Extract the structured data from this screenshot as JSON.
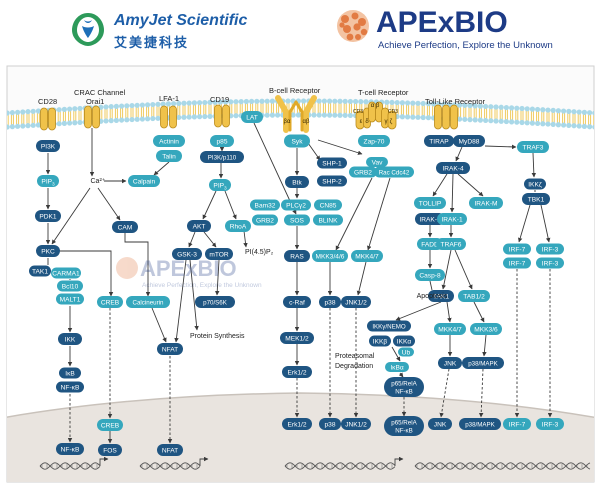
{
  "header": {
    "left_logo": {
      "name": "AmyJet Scientific",
      "subtitle": "艾美捷科技"
    },
    "right_logo": {
      "name": "APExBIO",
      "tagline": "Achieve Perfection, Explore the Unknown"
    }
  },
  "watermark": {
    "name": "APExBIO",
    "tagline": "Achieve Perfection, Explore the Unknown"
  },
  "receptor_labels": {
    "cd28": "CD28",
    "crac": "CRAC Channel",
    "orai1": "Orai1",
    "lfa1": "LFA-1",
    "cd19": "CD19",
    "bcr": "B-cell Receptor",
    "tcr": "T-cell Receptor",
    "tlr": "Toll-Like Receptor"
  },
  "colors": {
    "dark": "#1f5582",
    "teal": "#35a7bd",
    "membrane_head": "#a9d8e8",
    "membrane_tail": "#efca5e",
    "nucleus": "#e9e4df",
    "arrow": "#3a3a3a"
  },
  "nodes": [
    {
      "id": "PI3K",
      "label": "PI3K",
      "style": "dark"
    },
    {
      "id": "PIP3_a",
      "label": "PIP",
      "sub": "3",
      "style": "teal"
    },
    {
      "id": "PDK1",
      "label": "PDK1",
      "style": "dark"
    },
    {
      "id": "PKC",
      "label": "PKC",
      "style": "dark"
    },
    {
      "id": "TAK1_a",
      "label": "TAK1",
      "style": "dark"
    },
    {
      "id": "CARMA1",
      "label": "CARMA1",
      "style": "teal"
    },
    {
      "id": "Bcl10",
      "label": "Bcl10",
      "style": "teal"
    },
    {
      "id": "MALT1",
      "label": "MALT1",
      "style": "teal"
    },
    {
      "id": "IKK",
      "label": "IKK",
      "style": "dark"
    },
    {
      "id": "IkB",
      "label": "IκB",
      "style": "dark"
    },
    {
      "id": "NFkB_a",
      "label": "NF-κB",
      "style": "dark"
    },
    {
      "id": "NFkB_n",
      "label": "NF-κB",
      "style": "dark"
    },
    {
      "id": "Actinin",
      "label": "Actinin",
      "style": "teal"
    },
    {
      "id": "Talin",
      "label": "Talin",
      "style": "teal"
    },
    {
      "id": "Calpain",
      "label": "Calpain",
      "style": "teal"
    },
    {
      "id": "CAM",
      "label": "CAM",
      "style": "dark"
    },
    {
      "id": "CREB_a",
      "label": "CREB",
      "style": "teal"
    },
    {
      "id": "Calcineurin",
      "label": "Calcineurin",
      "style": "teal"
    },
    {
      "id": "CREB_n",
      "label": "CREB",
      "style": "teal"
    },
    {
      "id": "FOS",
      "label": "FOS",
      "style": "dark"
    },
    {
      "id": "p85",
      "label": "p85",
      "style": "teal"
    },
    {
      "id": "PI3Kp110",
      "label": "PI3K/p110",
      "style": "dark"
    },
    {
      "id": "PIP3_b",
      "label": "PIP",
      "sub": "3",
      "style": "teal"
    },
    {
      "id": "AKT",
      "label": "AKT",
      "style": "dark"
    },
    {
      "id": "RhoA",
      "label": "RhoA",
      "style": "teal"
    },
    {
      "id": "GSK3",
      "label": "GSK-3",
      "style": "dark"
    },
    {
      "id": "mTOR",
      "label": "mTOR",
      "style": "dark"
    },
    {
      "id": "p70S6K",
      "label": "p70/S6K",
      "style": "dark"
    },
    {
      "id": "NFAT_a",
      "label": "NFAT",
      "style": "dark"
    },
    {
      "id": "NFAT_n",
      "label": "NFAT",
      "style": "dark"
    },
    {
      "id": "LAT",
      "label": "LAT",
      "style": "teal"
    },
    {
      "id": "Syk",
      "label": "Syk",
      "style": "teal"
    },
    {
      "id": "Btk",
      "label": "Btk",
      "style": "dark"
    },
    {
      "id": "Bam32",
      "label": "Bam32",
      "style": "teal"
    },
    {
      "id": "PLCy2",
      "label": "PLCγ2",
      "style": "teal"
    },
    {
      "id": "CN85",
      "label": "CN85",
      "style": "teal"
    },
    {
      "id": "GRB2_a",
      "label": "GRB2",
      "style": "teal"
    },
    {
      "id": "SOS",
      "label": "SOS",
      "style": "teal"
    },
    {
      "id": "BLINK",
      "label": "BLINK",
      "style": "teal"
    },
    {
      "id": "RAS",
      "label": "RAS",
      "style": "dark"
    },
    {
      "id": "cRaf",
      "label": "c-Raf",
      "style": "dark"
    },
    {
      "id": "MEK12",
      "label": "MEK1/2",
      "style": "dark"
    },
    {
      "id": "Erk12_a",
      "label": "Erk1/2",
      "style": "dark"
    },
    {
      "id": "Erk12_n",
      "label": "Erk1/2",
      "style": "dark"
    },
    {
      "id": "SHP1",
      "label": "SHP-1",
      "style": "dark"
    },
    {
      "id": "SHP2",
      "label": "SHP-2",
      "style": "dark"
    },
    {
      "id": "Vav",
      "label": "Vav",
      "style": "teal"
    },
    {
      "id": "GRB2_b",
      "label": "GRB2",
      "style": "teal"
    },
    {
      "id": "RacCdc42",
      "label": "Rac Cdc42",
      "style": "teal"
    },
    {
      "id": "Zap70",
      "label": "Zap-70",
      "style": "teal"
    },
    {
      "id": "MKK346",
      "label": "MKK3/4/6",
      "style": "teal"
    },
    {
      "id": "MKK47_a",
      "label": "MKK4/7",
      "style": "teal"
    },
    {
      "id": "p38_a",
      "label": "p38",
      "style": "dark"
    },
    {
      "id": "JNK12_a",
      "label": "JNK1/2",
      "style": "dark"
    },
    {
      "id": "p38_n",
      "label": "p38",
      "style": "dark"
    },
    {
      "id": "JNK12_n",
      "label": "JNK1/2",
      "style": "dark"
    },
    {
      "id": "TIRAP",
      "label": "TIRAP",
      "style": "dark"
    },
    {
      "id": "MyD88",
      "label": "MyD88",
      "style": "dark"
    },
    {
      "id": "TRAF3",
      "label": "TRAF3",
      "style": "teal"
    },
    {
      "id": "IRAK4",
      "label": "IRAK-4",
      "style": "dark"
    },
    {
      "id": "TOLLIP",
      "label": "TOLLIP",
      "style": "teal"
    },
    {
      "id": "IRAKM",
      "label": "IRAK-M",
      "style": "teal"
    },
    {
      "id": "IRAK2",
      "label": "IRAK-2",
      "style": "dark"
    },
    {
      "id": "IRAK1",
      "label": "IRAK-1",
      "style": "teal"
    },
    {
      "id": "FADD",
      "label": "FADD",
      "style": "teal"
    },
    {
      "id": "TRAF6",
      "label": "TRAF6",
      "style": "teal"
    },
    {
      "id": "Casp8",
      "label": "Casp-8",
      "style": "teal"
    },
    {
      "id": "TAK1_b",
      "label": "TAK1",
      "style": "dark"
    },
    {
      "id": "TAB12",
      "label": "TAB1/2",
      "style": "teal"
    },
    {
      "id": "IKKyNEMO",
      "label": "IKKγ/NEMO",
      "style": "dark"
    },
    {
      "id": "IKKb",
      "label": "IKKβ",
      "style": "dark"
    },
    {
      "id": "IKKa",
      "label": "IKKα",
      "style": "dark"
    },
    {
      "id": "Ub",
      "label": "Ub",
      "style": "teal"
    },
    {
      "id": "IkBa",
      "label": "IκBα",
      "style": "teal"
    },
    {
      "id": "MKK47_b",
      "label": "MKK4/7",
      "style": "teal"
    },
    {
      "id": "MKK36",
      "label": "MKK3/6",
      "style": "teal"
    },
    {
      "id": "JNK_a",
      "label": "JNK",
      "style": "dark"
    },
    {
      "id": "p38MAPK_a",
      "label": "p38/MAPK",
      "style": "dark"
    },
    {
      "id": "p65RelA_a",
      "label": "p65/RelA",
      "label2": "NF-κB",
      "style": "dark"
    },
    {
      "id": "p65RelA_n",
      "label": "p65/RelA",
      "label2": "NF-κB",
      "style": "dark"
    },
    {
      "id": "JNK_n",
      "label": "JNK",
      "style": "dark"
    },
    {
      "id": "p38MAPK_n",
      "label": "p38/MAPK",
      "style": "dark"
    },
    {
      "id": "IKKz",
      "label": "IKKζ",
      "style": "dark"
    },
    {
      "id": "TBK1",
      "label": "TBK1",
      "style": "dark"
    },
    {
      "id": "IRF7_a",
      "label": "IRF-7",
      "style": "teal"
    },
    {
      "id": "IRF7_b",
      "label": "IRF-7",
      "style": "teal"
    },
    {
      "id": "IRF3_a",
      "label": "IRF-3",
      "style": "teal"
    },
    {
      "id": "IRF3_b",
      "label": "IRF-3",
      "style": "teal"
    },
    {
      "id": "IRF7_n",
      "label": "IRF-7",
      "style": "teal"
    },
    {
      "id": "IRF3_n",
      "label": "IRF-3",
      "style": "teal"
    }
  ],
  "free_labels": [
    {
      "id": "ca2",
      "text": "Ca²⁺"
    },
    {
      "id": "pip2",
      "text": "PI(4.5)P₂"
    },
    {
      "id": "protsyn",
      "text": "Protein Synthesis"
    },
    {
      "id": "apoptosis",
      "text": "Apoptosis"
    },
    {
      "id": "proteasomal",
      "text": "Proteasomal"
    },
    {
      "id": "degradation",
      "text": "Degradation"
    },
    {
      "id": "tcr_cd3l",
      "text": "CD3"
    },
    {
      "id": "tcr_cd3r",
      "text": "CD3"
    },
    {
      "id": "tcr_ab",
      "text": "α β"
    },
    {
      "id": "tcr_d",
      "text": "δ"
    },
    {
      "id": "tcr_e",
      "text": "ε"
    },
    {
      "id": "tcr_g",
      "text": "γ"
    },
    {
      "id": "tcr_z",
      "text": "ζ"
    },
    {
      "id": "bcr_l",
      "text": "βα"
    },
    {
      "id": "bcr_r",
      "text": "αβ"
    }
  ]
}
